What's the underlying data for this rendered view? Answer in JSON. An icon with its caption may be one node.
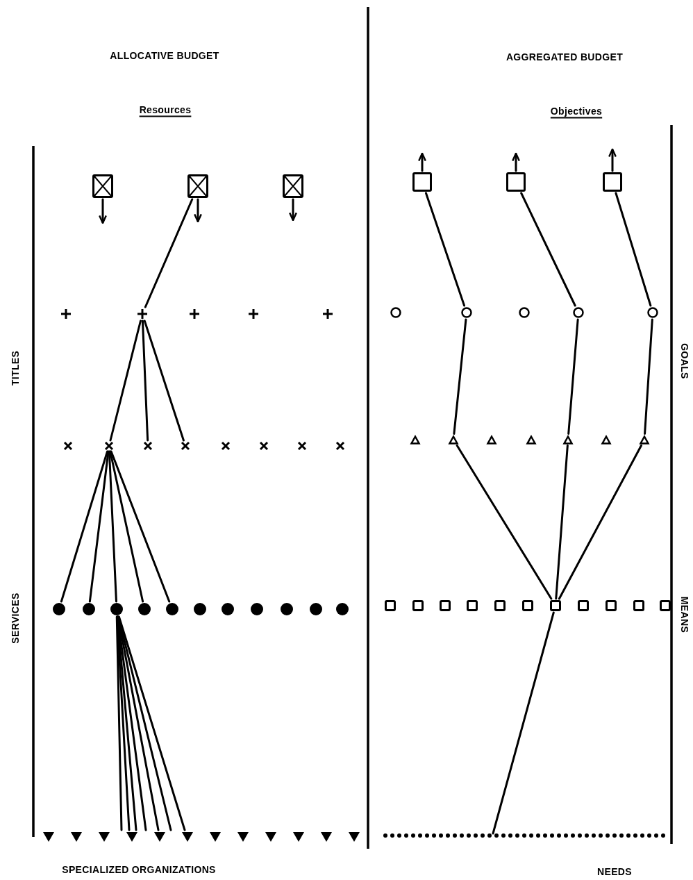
{
  "diagram": {
    "nodes": [
      {
        "text": [],
        "shape": "box"
      },
      {
        "text": [],
        "shape": "box"
      },
      {
        "text": [],
        "shape": "box"
      },
      {
        "text": [],
        "shape": "plus"
      },
      {
        "text": [],
        "shape": "plus"
      },
      {
        "text": [],
        "shape": "plus"
      },
      {
        "text": [],
        "shape": "plus"
      },
      {
        "text": [],
        "shape": "plus"
      },
      {
        "text": [],
        "shape": "cross"
      },
      {
        "text": [],
        "shape": "cross"
      },
      {
        "text": [],
        "shape": "cross"
      },
      {
        "text": [],
        "shape": "cross"
      },
      {
        "text": [],
        "shape": "cross"
      },
      {
        "text": [],
        "shape": "cross"
      },
      {
        "text": [],
        "shape": "cross"
      },
      {
        "text": [],
        "shape": "cross"
      },
      {
        "text": [],
        "shape": "dot"
      },
      {
        "text": [],
        "shape": "dot"
      },
      {
        "text": [],
        "shape": "dot"
      },
      {
        "text": [],
        "shape": "dot"
      },
      {
        "text": [],
        "shape": "dot"
      },
      {
        "text": [],
        "shape": "dot"
      },
      {
        "text": [],
        "shape": "dot"
      },
      {
        "text": [],
        "shape": "dot"
      },
      {
        "text": [],
        "shape": "dot"
      },
      {
        "text": [],
        "shape": "dot"
      },
      {
        "text": [],
        "shape": "dot"
      },
      {
        "text": [],
        "shape": "triangle"
      },
      {
        "text": [],
        "shape": "triangle"
      },
      {
        "text": [],
        "shape": "triangle"
      },
      {
        "text": [],
        "shape": "triangle"
      },
      {
        "text": [],
        "shape": "triangle"
      },
      {
        "text": [],
        "shape": "triangle"
      },
      {
        "text": [],
        "shape": "triangle"
      },
      {
        "text": [],
        "shape": "triangle"
      },
      {
        "text": [],
        "shape": "triangle"
      },
      {
        "text": [],
        "shape": "triangle"
      },
      {
        "text": [],
        "shape": "triangle"
      },
      {
        "text": [],
        "shape": "triangle"
      },
      {
        "text": [],
        "shape": "box"
      },
      {
        "text": [],
        "shape": "box"
      },
      {
        "text": [],
        "shape": "box"
      },
      {
        "text": [],
        "shape": "circle"
      },
      {
        "text": [],
        "shape": "circle"
      },
      {
        "text": [],
        "shape": "circle"
      },
      {
        "text": [],
        "shape": "circle"
      },
      {
        "text": [],
        "shape": "circle"
      },
      {
        "text": [],
        "shape": "triangle"
      },
      {
        "text": [],
        "shape": "triangle"
      },
      {
        "text": [],
        "shape": "triangle"
      },
      {
        "text": [],
        "shape": "triangle"
      },
      {
        "text": [],
        "shape": "triangle"
      },
      {
        "text": [],
        "shape": "triangle"
      },
      {
        "text": [],
        "shape": "triangle"
      },
      {
        "text": [],
        "shape": "box"
      },
      {
        "text": [],
        "shape": "box"
      },
      {
        "text": [],
        "shape": "box"
      },
      {
        "text": [],
        "shape": "box"
      },
      {
        "text": [],
        "shape": "box"
      },
      {
        "text": [],
        "shape": "box"
      },
      {
        "text": [],
        "shape": "box"
      },
      {
        "text": [],
        "shape": "box"
      },
      {
        "text": [],
        "shape": "box"
      },
      {
        "text": [],
        "shape": "box"
      },
      {
        "text": [],
        "shape": "box"
      },
      {
        "text": [],
        "shape": "bar"
      }
    ],
    "edges": [
      {
        "from": 0,
        "to": null,
        "arrow": "to"
      },
      {
        "from": 1,
        "to": null,
        "arrow": "to"
      },
      {
        "from": 2,
        "to": null,
        "arrow": "to"
      },
      {
        "from": 39,
        "to": null,
        "arrow": "to"
      },
      {
        "from": 40,
        "to": null,
        "arrow": "to"
      },
      {
        "from": 41,
        "to": null,
        "arrow": "to"
      },
      {
        "from": 1,
        "to": 4,
        "arrow": "none"
      },
      {
        "from": 4,
        "to": 9,
        "arrow": "none"
      },
      {
        "from": 4,
        "to": 10,
        "arrow": "none"
      },
      {
        "from": 4,
        "to": 11,
        "arrow": "none"
      },
      {
        "from": 9,
        "to": 16,
        "arrow": "none"
      },
      {
        "from": 9,
        "to": 17,
        "arrow": "none"
      },
      {
        "from": 9,
        "to": 18,
        "arrow": "none"
      },
      {
        "from": 9,
        "to": 19,
        "arrow": "none"
      },
      {
        "from": 9,
        "to": 20,
        "arrow": "none"
      },
      {
        "from": 18,
        "to": 30,
        "arrow": "none"
      },
      {
        "from": 18,
        "to": 30,
        "arrow": "none"
      },
      {
        "from": 18,
        "to": 30,
        "arrow": "none"
      },
      {
        "from": 18,
        "to": 31,
        "arrow": "none"
      },
      {
        "from": 18,
        "to": 31,
        "arrow": "none"
      },
      {
        "from": 18,
        "to": 31,
        "arrow": "none"
      },
      {
        "from": 18,
        "to": 32,
        "arrow": "none"
      },
      {
        "from": 39,
        "to": 43,
        "arrow": "none"
      },
      {
        "from": 43,
        "to": 48,
        "arrow": "none"
      },
      {
        "from": 40,
        "to": 45,
        "arrow": "none"
      },
      {
        "from": 45,
        "to": 51,
        "arrow": "none"
      },
      {
        "from": 41,
        "to": 46,
        "arrow": "none"
      },
      {
        "from": 46,
        "to": 53,
        "arrow": "none"
      },
      {
        "from": 48,
        "to": 60,
        "arrow": "none"
      },
      {
        "from": 51,
        "to": 60,
        "arrow": "none"
      },
      {
        "from": 53,
        "to": 60,
        "arrow": "none"
      },
      {
        "from": 60,
        "to": 65,
        "arrow": "none"
      }
    ],
    "labels": [
      "ALLOCATIVE BUDGET",
      "AGGREGATED BUDGET",
      "Resources",
      "Objectives",
      "TITLES",
      "GOALS",
      "SERVICES",
      "MEANS",
      "SPECIALIZED ORGANIZATIONS",
      "NEEDS"
    ]
  }
}
